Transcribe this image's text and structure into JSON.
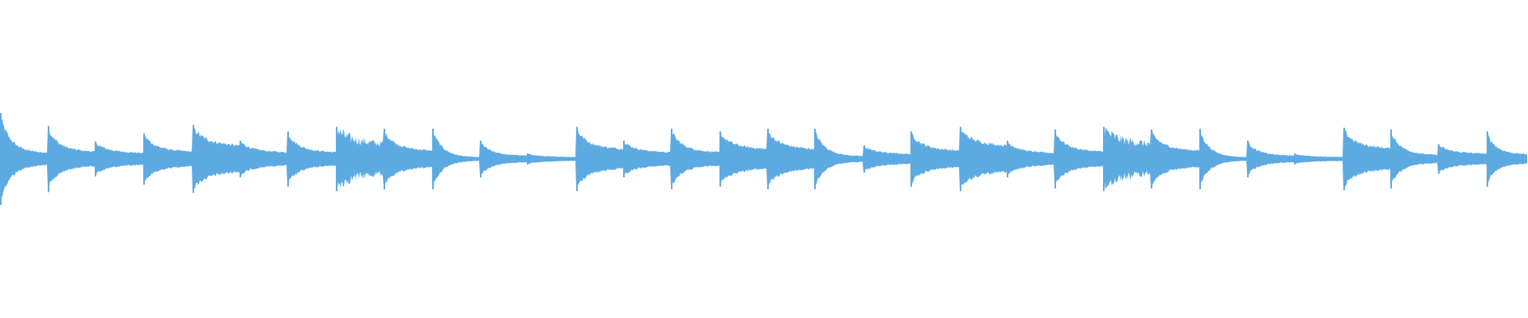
{
  "waveform": {
    "color": "#5DAAE3",
    "background": "#FFFFFF",
    "amplitude_scale": "linear",
    "onsets": [
      {
        "t": 0.0,
        "peak": 1.0,
        "sustain": 0.18,
        "texture": "smooth"
      },
      {
        "t": 0.031,
        "peak": 0.72,
        "sustain": 0.22,
        "texture": "smooth"
      },
      {
        "t": 0.062,
        "peak": 0.38,
        "sustain": 0.18,
        "texture": "smooth"
      },
      {
        "t": 0.094,
        "peak": 0.56,
        "sustain": 0.22,
        "texture": "smooth"
      },
      {
        "t": 0.126,
        "peak": 0.74,
        "sustain": 0.4,
        "texture": "smooth"
      },
      {
        "t": 0.157,
        "peak": 0.4,
        "sustain": 0.2,
        "texture": "smooth"
      },
      {
        "t": 0.188,
        "peak": 0.6,
        "sustain": 0.2,
        "texture": "smooth"
      },
      {
        "t": 0.22,
        "peak": 0.7,
        "sustain": 0.45,
        "texture": "noisy"
      },
      {
        "t": 0.251,
        "peak": 0.66,
        "sustain": 0.25,
        "texture": "smooth"
      },
      {
        "t": 0.283,
        "peak": 0.66,
        "sustain": 0.05,
        "texture": "smooth"
      },
      {
        "t": 0.314,
        "peak": 0.4,
        "sustain": 0.1,
        "texture": "smooth"
      },
      {
        "t": 0.345,
        "peak": 0.12,
        "sustain": 0.06,
        "texture": "smooth"
      },
      {
        "t": 0.377,
        "peak": 0.7,
        "sustain": 0.3,
        "texture": "smooth"
      },
      {
        "t": 0.408,
        "peak": 0.4,
        "sustain": 0.2,
        "texture": "smooth"
      },
      {
        "t": 0.439,
        "peak": 0.66,
        "sustain": 0.2,
        "texture": "smooth"
      },
      {
        "t": 0.471,
        "peak": 0.6,
        "sustain": 0.3,
        "texture": "smooth"
      },
      {
        "t": 0.502,
        "peak": 0.66,
        "sustain": 0.3,
        "texture": "smooth"
      },
      {
        "t": 0.533,
        "peak": 0.66,
        "sustain": 0.08,
        "texture": "smooth"
      },
      {
        "t": 0.565,
        "peak": 0.3,
        "sustain": 0.15,
        "texture": "smooth"
      },
      {
        "t": 0.596,
        "peak": 0.6,
        "sustain": 0.25,
        "texture": "smooth"
      },
      {
        "t": 0.628,
        "peak": 0.7,
        "sustain": 0.4,
        "texture": "smooth"
      },
      {
        "t": 0.659,
        "peak": 0.4,
        "sustain": 0.18,
        "texture": "smooth"
      },
      {
        "t": 0.69,
        "peak": 0.64,
        "sustain": 0.22,
        "texture": "smooth"
      },
      {
        "t": 0.722,
        "peak": 0.7,
        "sustain": 0.45,
        "texture": "noisy"
      },
      {
        "t": 0.753,
        "peak": 0.64,
        "sustain": 0.25,
        "texture": "smooth"
      },
      {
        "t": 0.785,
        "peak": 0.66,
        "sustain": 0.05,
        "texture": "smooth"
      },
      {
        "t": 0.816,
        "peak": 0.4,
        "sustain": 0.1,
        "texture": "smooth"
      },
      {
        "t": 0.847,
        "peak": 0.12,
        "sustain": 0.06,
        "texture": "smooth"
      },
      {
        "t": 0.879,
        "peak": 0.68,
        "sustain": 0.32,
        "texture": "smooth"
      },
      {
        "t": 0.91,
        "peak": 0.64,
        "sustain": 0.12,
        "texture": "smooth"
      },
      {
        "t": 0.941,
        "peak": 0.32,
        "sustain": 0.16,
        "texture": "smooth"
      },
      {
        "t": 0.973,
        "peak": 0.6,
        "sustain": 0.14,
        "texture": "smooth"
      }
    ]
  }
}
